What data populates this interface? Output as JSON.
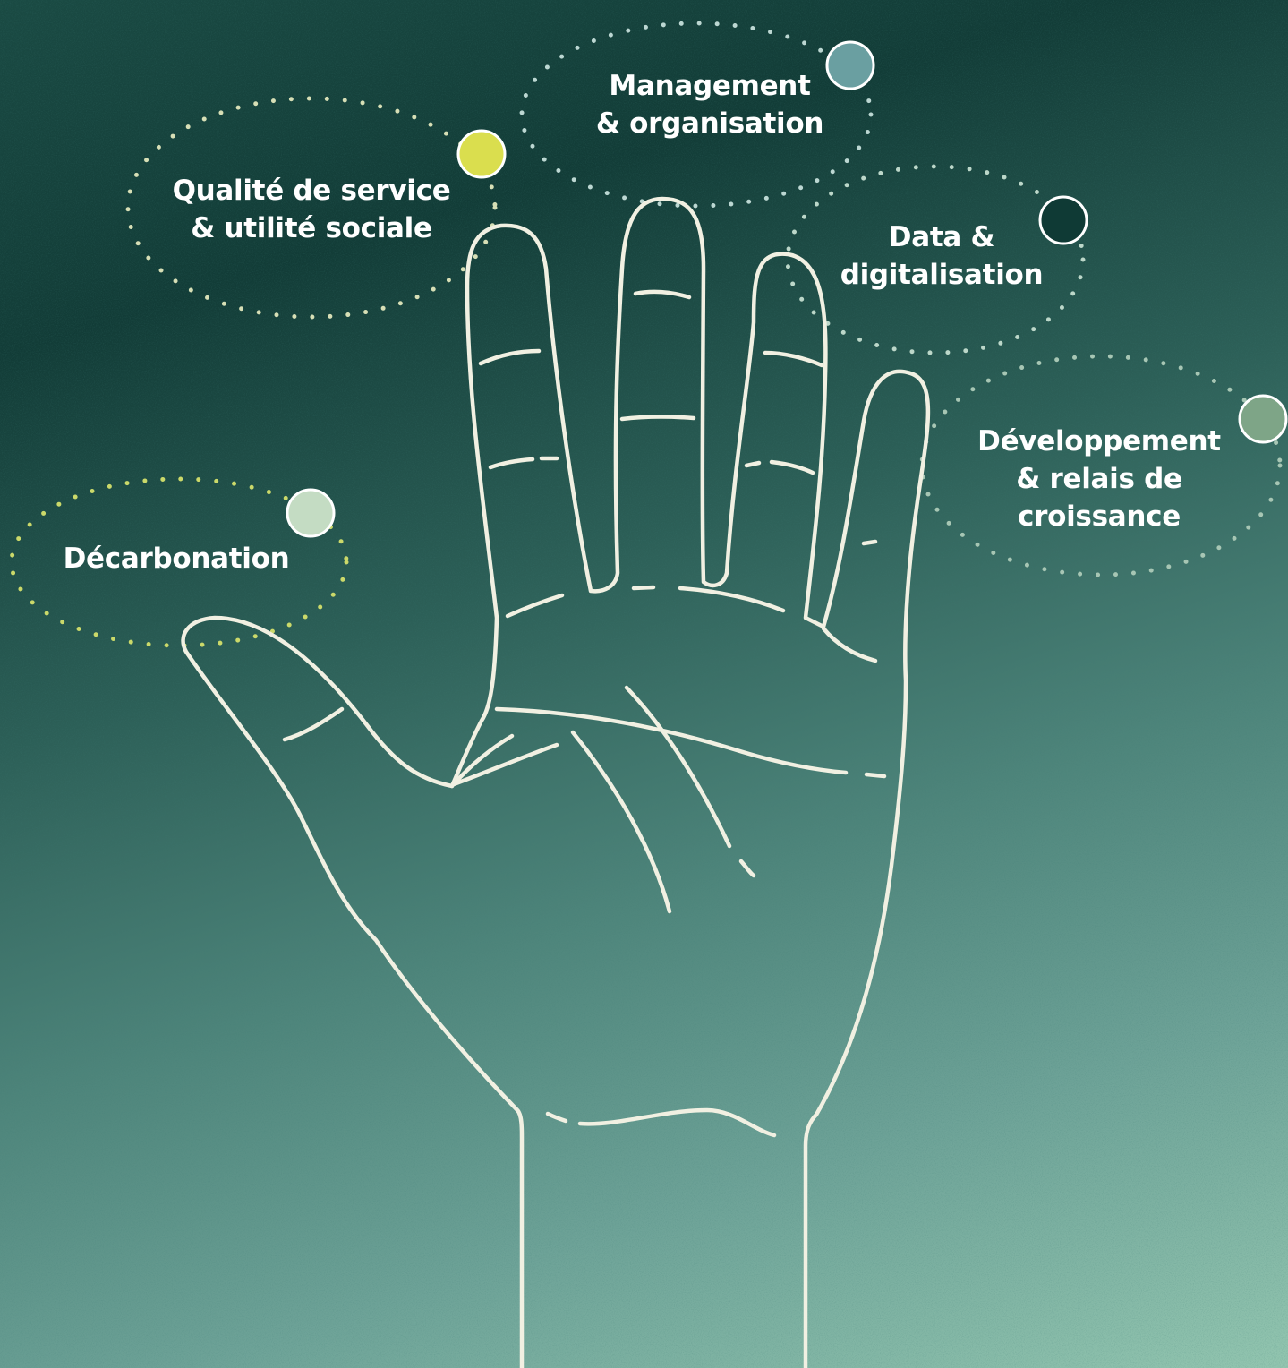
{
  "topics": [
    {
      "id": "decarbonation",
      "lines": [
        "Décarbonation"
      ],
      "dot_color": "#c4dcc3",
      "ring_color": "#cbd96a"
    },
    {
      "id": "qualite",
      "lines": [
        "Qualité de service",
        "& utilité sociale"
      ],
      "dot_color": "#dade4e",
      "ring_color": "#d7dfb6"
    },
    {
      "id": "management",
      "lines": [
        "Management",
        "& organisation"
      ],
      "dot_color": "#6a9fa1",
      "ring_color": "#bcd7d2"
    },
    {
      "id": "data",
      "lines": [
        "Data &",
        "digitalisation"
      ],
      "dot_color": "#0f3a35",
      "ring_color": "#bcd7c9"
    },
    {
      "id": "developpement",
      "lines": [
        "Développement",
        "& relais de",
        "croissance"
      ],
      "dot_color": "#7ea587",
      "ring_color": "#a7c6b4"
    }
  ],
  "colors": {
    "hand_stroke": "#f1f0e2",
    "text": "#ffffff"
  }
}
